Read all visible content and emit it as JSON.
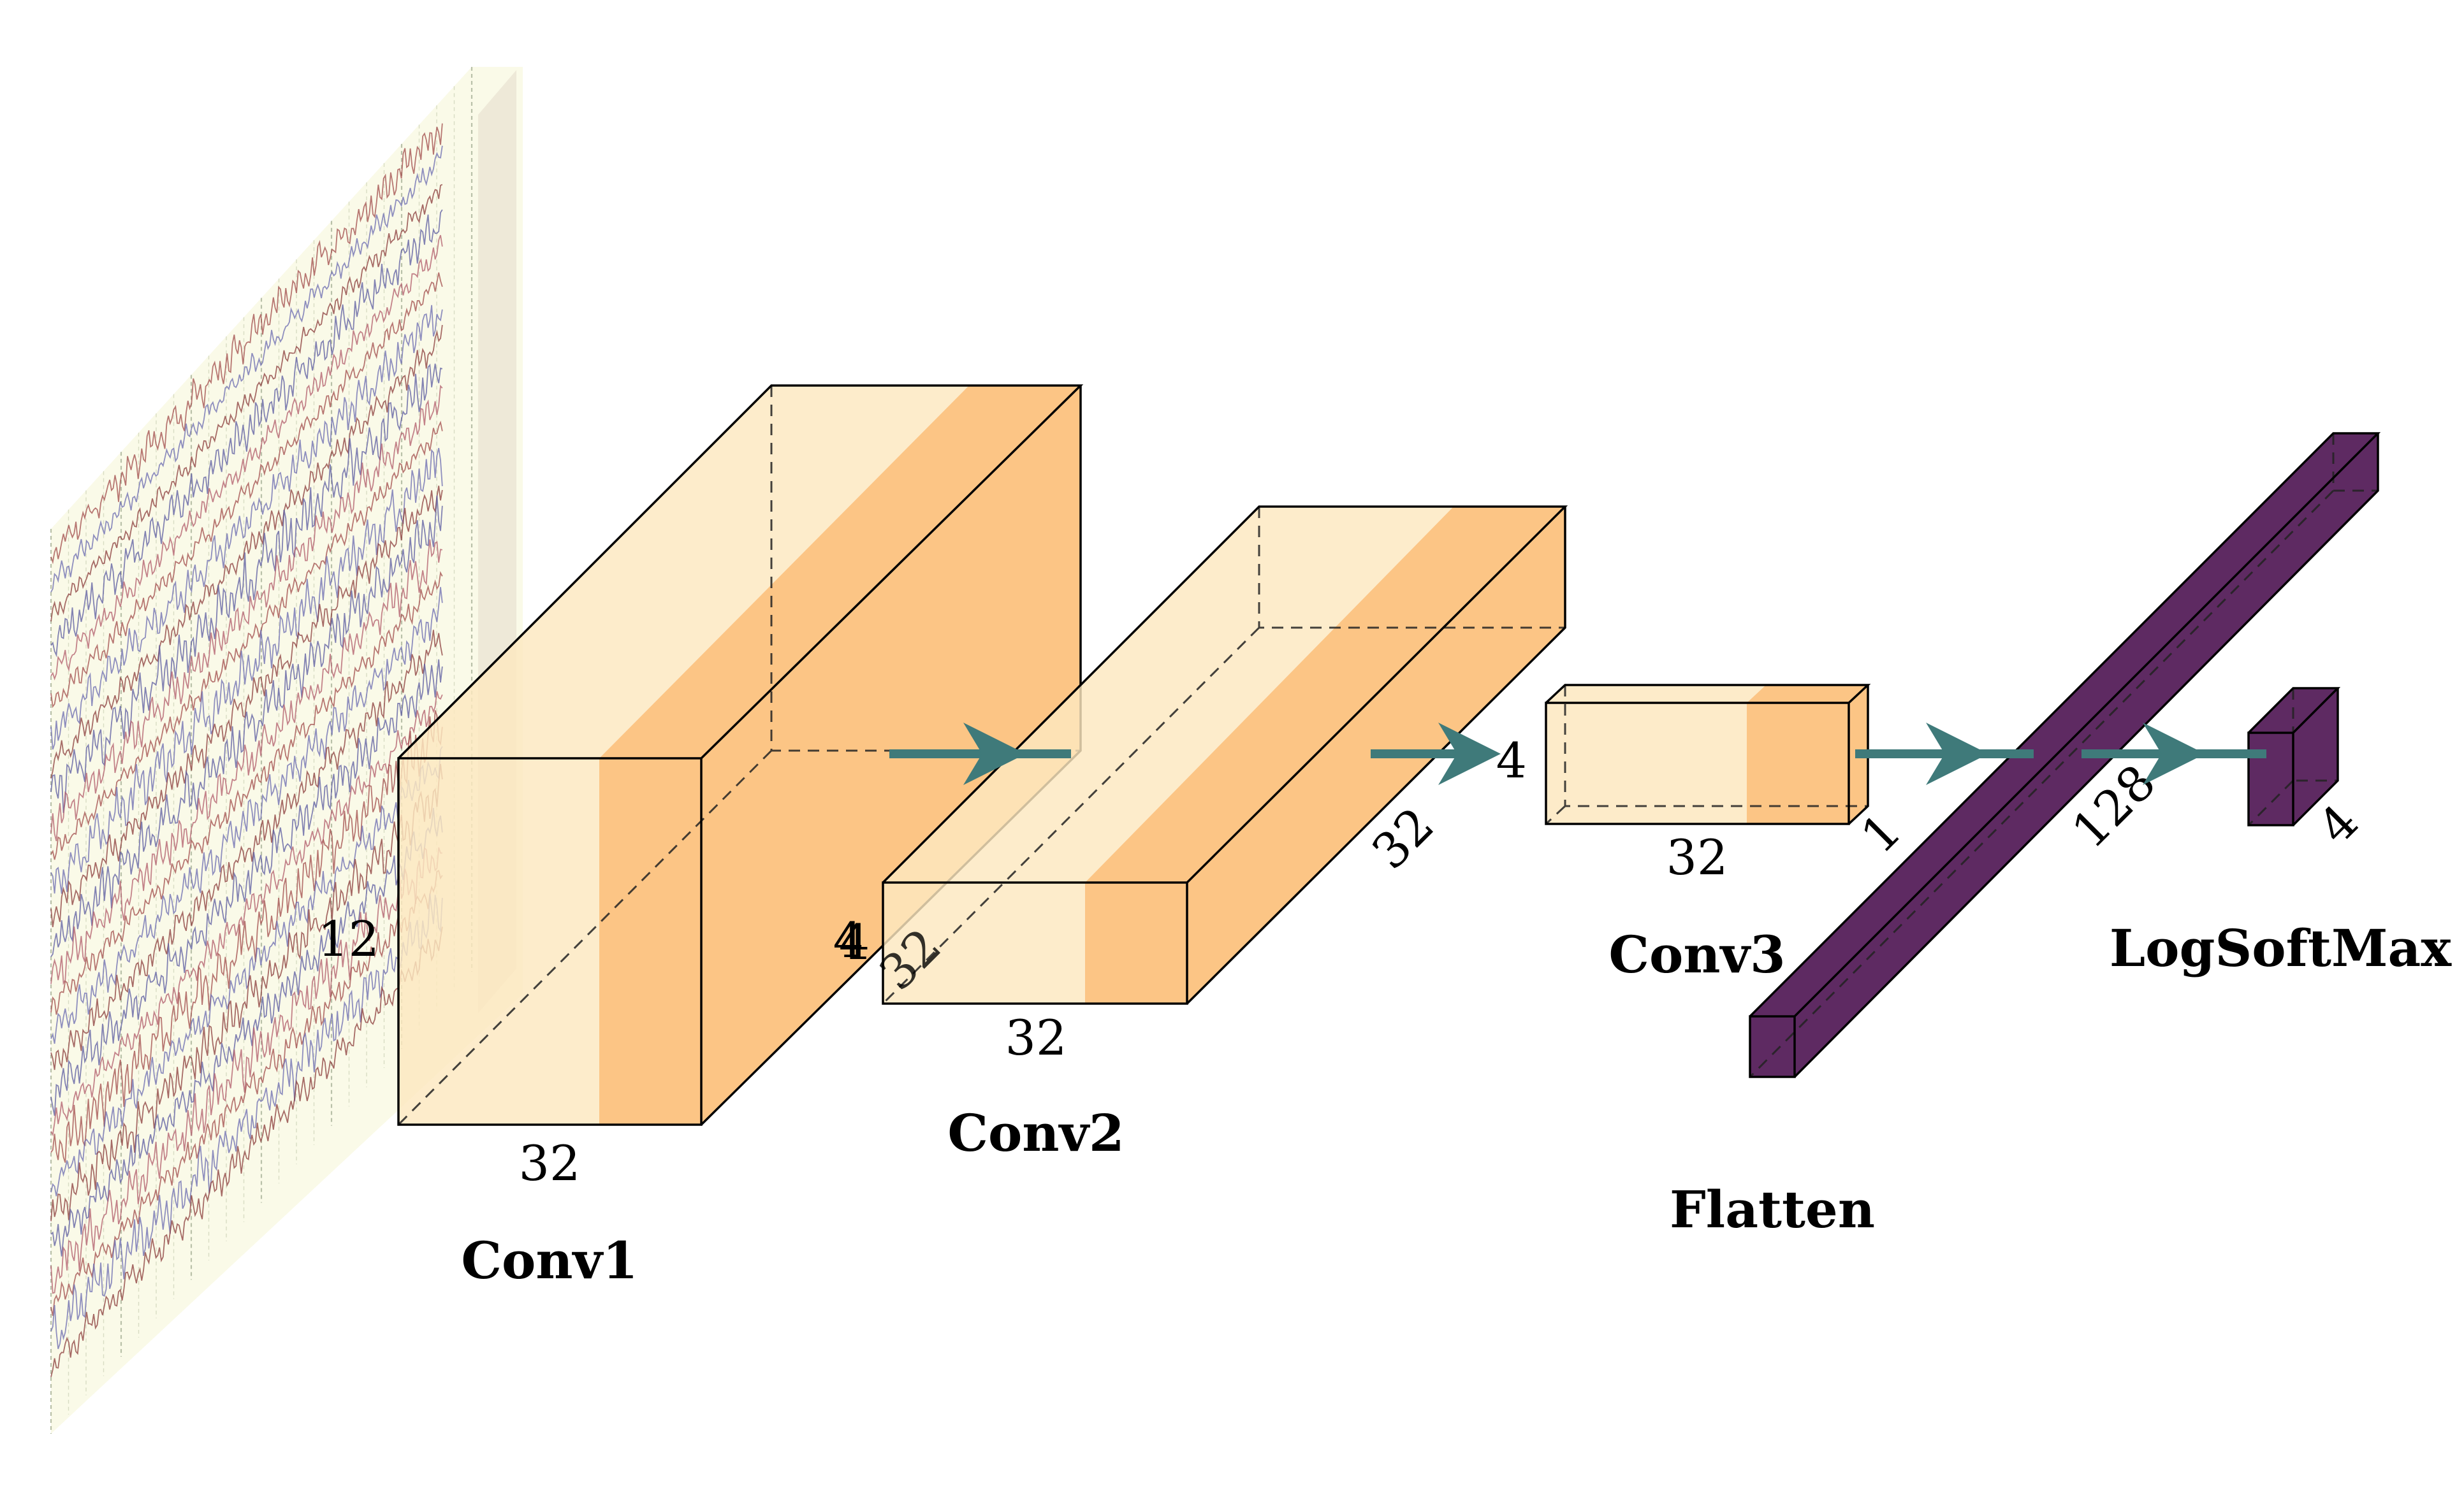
{
  "colors": {
    "conv_light": "#fde8bf",
    "conv_dark": "#fcc27e",
    "dense": "#5e2a62",
    "arrow": "#3f7a7a",
    "eeg_bg": "#fafae8",
    "eeg_side": "#ece7d6"
  },
  "input": {
    "icon": "eeg-signal-image"
  },
  "layers": [
    {
      "title": "Conv1",
      "dims": [
        "12",
        "32",
        "4"
      ]
    },
    {
      "title": "Conv2",
      "dims": [
        "4",
        "32",
        "32"
      ]
    },
    {
      "title": "Conv3",
      "dims": [
        "4",
        "32",
        "1"
      ]
    },
    {
      "title": "Flatten",
      "dims": [
        "128"
      ]
    },
    {
      "title": "LogSoftMax",
      "dims": [
        "4"
      ]
    }
  ]
}
